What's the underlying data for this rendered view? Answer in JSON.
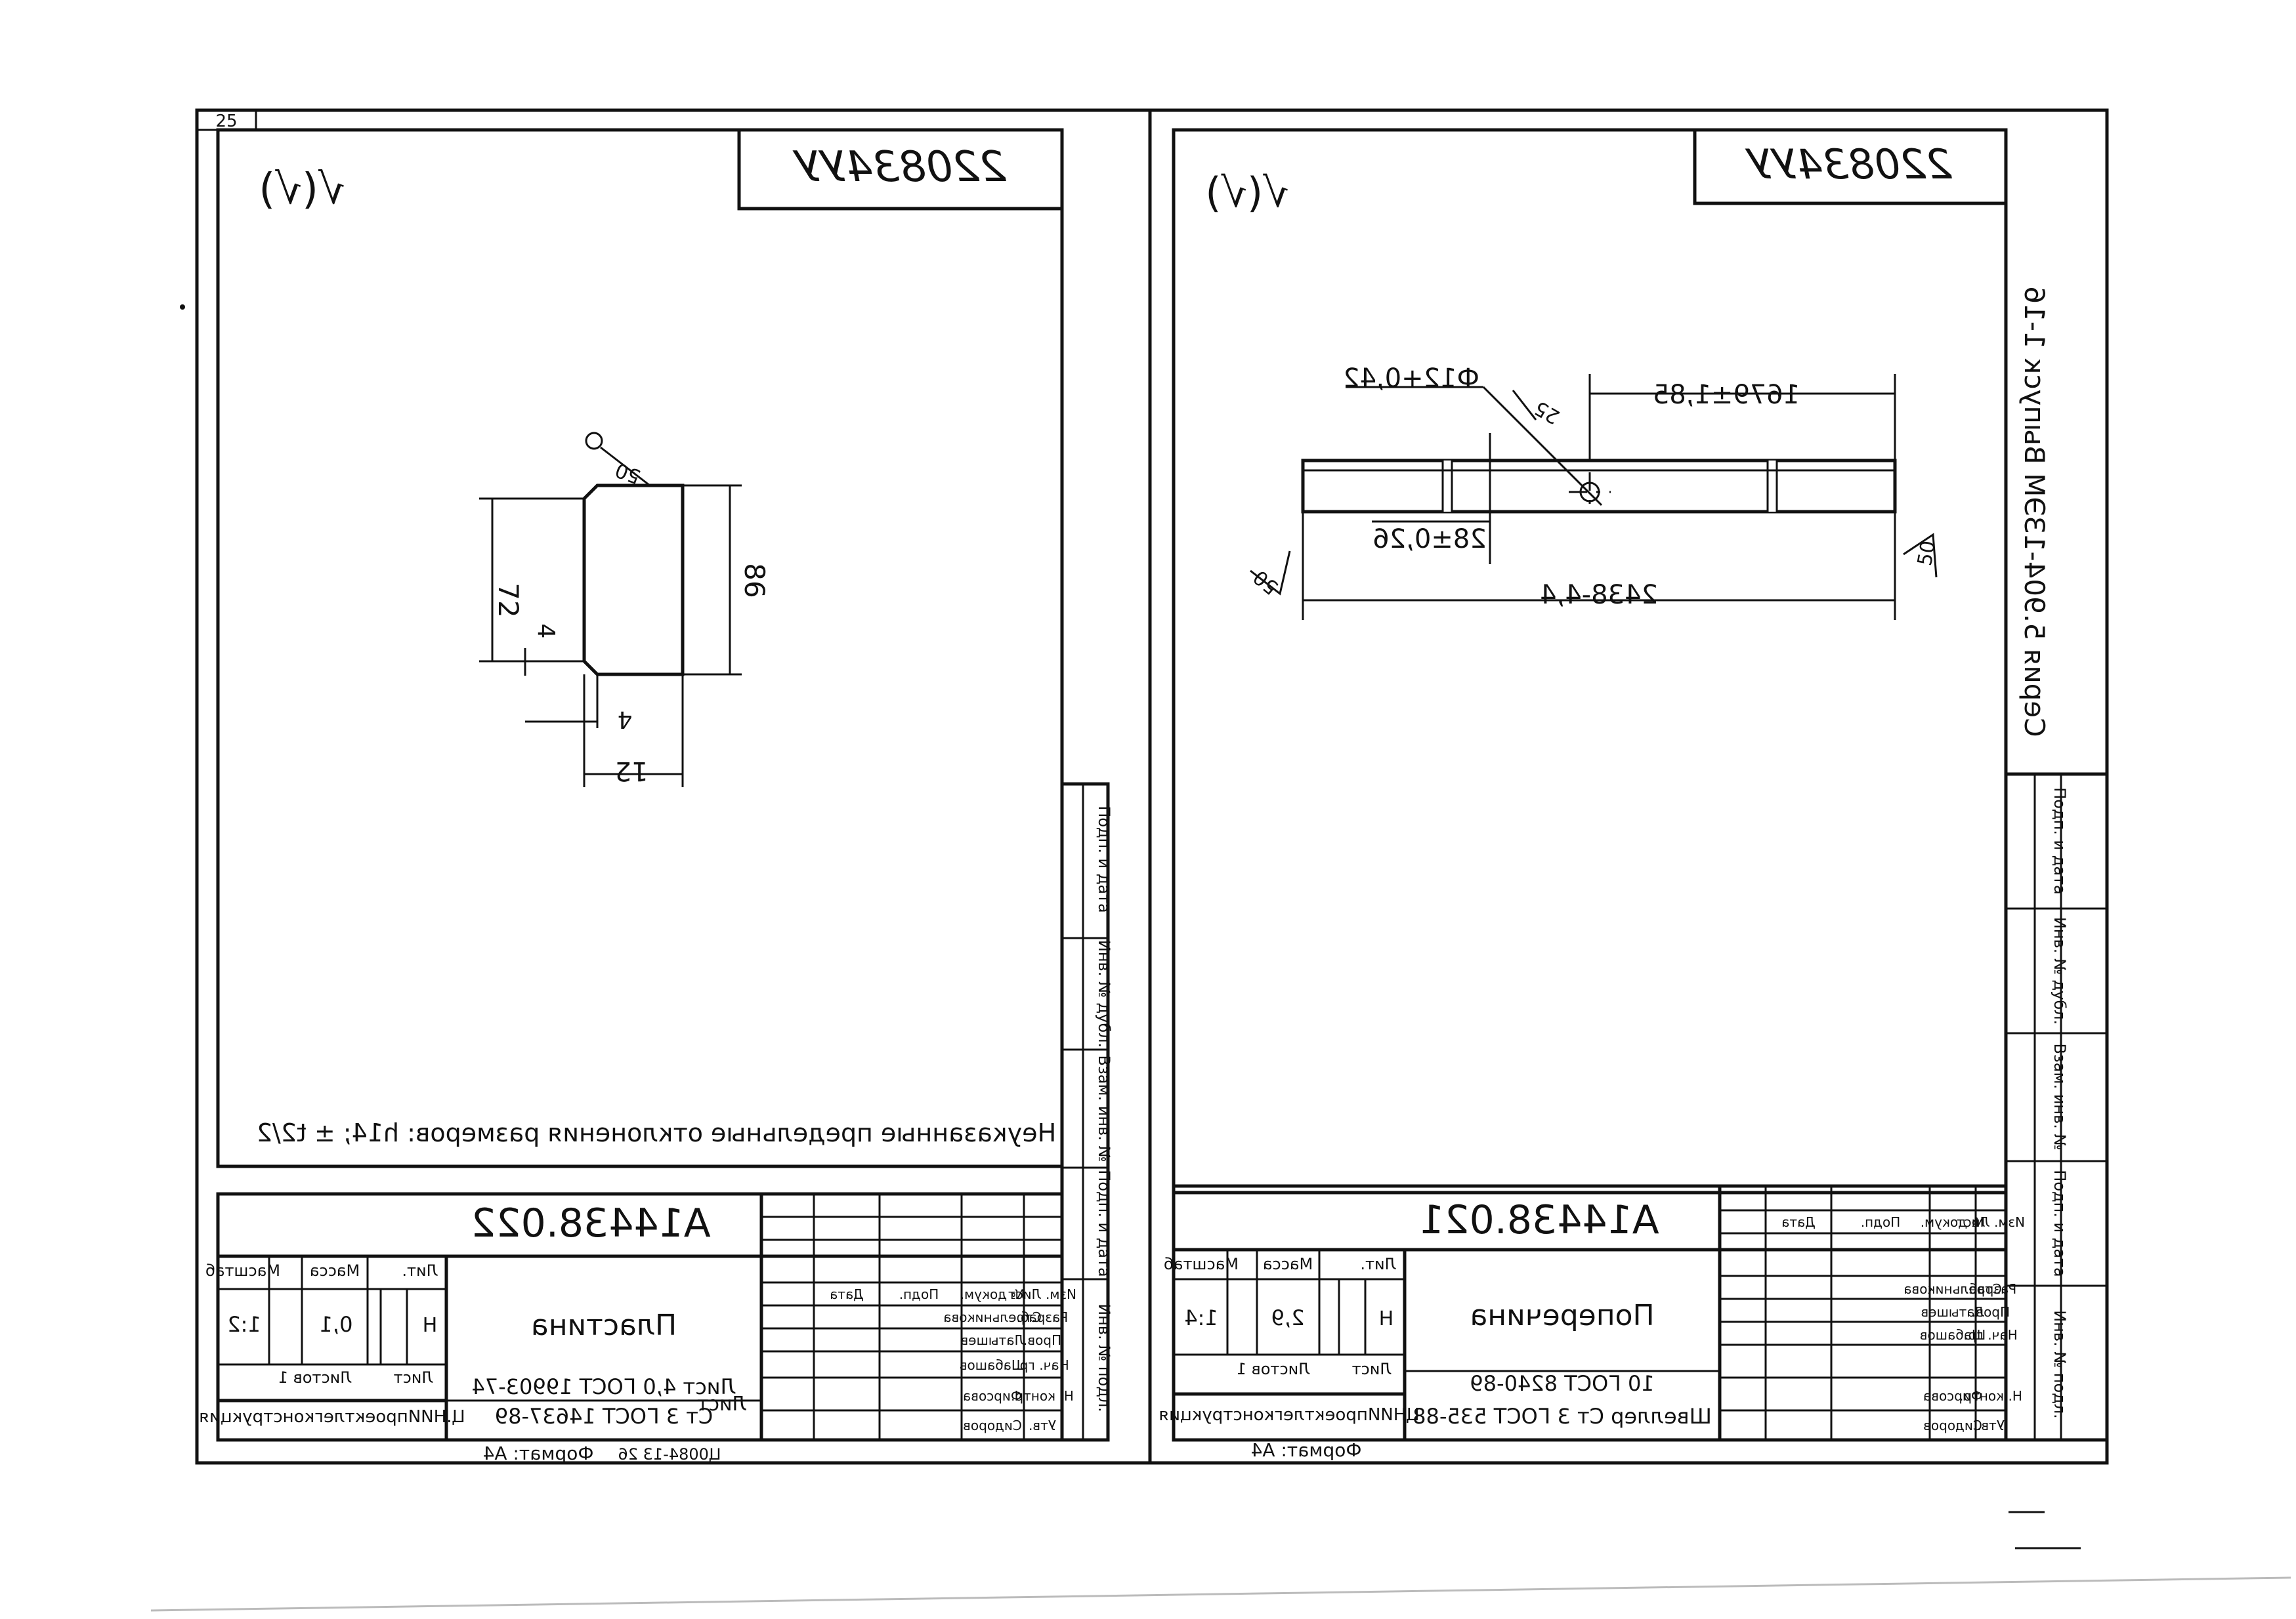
{
  "series_label": "Серия 5.904-1ЗЭМ Выпуск 1-16",
  "format_label": "Формат: А4",
  "page_number": "25",
  "left_sheet": {
    "corner_stamp": "220834УУ",
    "roughness": "√(√)",
    "drawing_number": "А14438.022",
    "part_name": "Пластина",
    "material_line1": "Лист 4,0 ГОСТ 19903-74",
    "material_line2": "Ст 3 ГОСТ 14637-89",
    "mass": "0,1",
    "scale": "1:2",
    "litera": "Н",
    "sheet_label": "Лист",
    "sheets_label": "Листов 1",
    "organization": "Ц.НИИпроектлегконструкция",
    "tolerance_note": "Неуказанные предельные отклонения размеров: h14; ± t2/2",
    "doc_ref": "Ц0084-13   26",
    "dimensions": {
      "height": "86",
      "inner_height": "72",
      "chamfer": "4",
      "bottom_small": "4",
      "width": "12",
      "surface_mark": "50"
    },
    "title_block_rows": [
      {
        "role": "Изм. Лист",
        "name": "№ докум.",
        "sign": "Подп.",
        "date": "Дата"
      },
      {
        "role": "Разраб.",
        "name": "Стрельникова",
        "sign": "",
        "date": ""
      },
      {
        "role": "Пров.",
        "name": "Латышев",
        "sign": "",
        "date": ""
      },
      {
        "role": "Нач. гр.",
        "name": "Шабашов",
        "sign": "",
        "date": ""
      },
      {
        "role": "Н. контр.",
        "name": "Фирсова",
        "sign": "",
        "date": ""
      },
      {
        "role": "Утв.",
        "name": "Сидоров",
        "sign": "",
        "date": ""
      }
    ],
    "header_labels": {
      "lit": "Лит.",
      "mass": "Масса",
      "scale": "Масштаб"
    }
  },
  "right_sheet": {
    "corner_stamp": "220834УУ",
    "roughness": "√(√)",
    "drawing_number": "А14438.021",
    "part_name": "Поперечина",
    "material_line1": "10 ГОСТ 8240-89",
    "material_line2": "Швеллер Ст 3 ГОСТ 535-88",
    "mass": "2,9",
    "scale": "1:4",
    "litera": "Н",
    "sheet_label": "Лист",
    "sheets_label": "Листов 1",
    "organization": "ЦНИИпроектлегконструкция",
    "dimensions": {
      "length": "2438-4,4",
      "offset": "1679±1,85",
      "hole": "Ф12+0,42",
      "hole_offset": "28±0,26",
      "surface_mark": "25",
      "end_mark_left": "50",
      "end_mark_right": "50"
    },
    "title_block_rows": [
      {
        "role": "Изм. Лист",
        "name": "№ докум.",
        "sign": "Подп.",
        "date": "Дата"
      },
      {
        "role": "Разраб.",
        "name": "Стрельникова",
        "sign": "",
        "date": ""
      },
      {
        "role": "Пров.",
        "name": "Латышев",
        "sign": "",
        "date": ""
      },
      {
        "role": "Нач. гр.",
        "name": "Шабашов",
        "sign": "",
        "date": ""
      },
      {
        "role": "Н. контр.",
        "name": "Фирсова",
        "sign": "",
        "date": ""
      },
      {
        "role": "Утв.",
        "name": "Сидоров",
        "sign": "",
        "date": ""
      }
    ],
    "header_labels": {
      "lit": "Лит.",
      "mass": "Масса",
      "scale": "Масштаб"
    }
  },
  "side_strip_labels": [
    "Инв. № подл.",
    "Подп. и дата",
    "Взам. инв. №",
    "Инв. № дубл.",
    "Подп. и дата"
  ]
}
